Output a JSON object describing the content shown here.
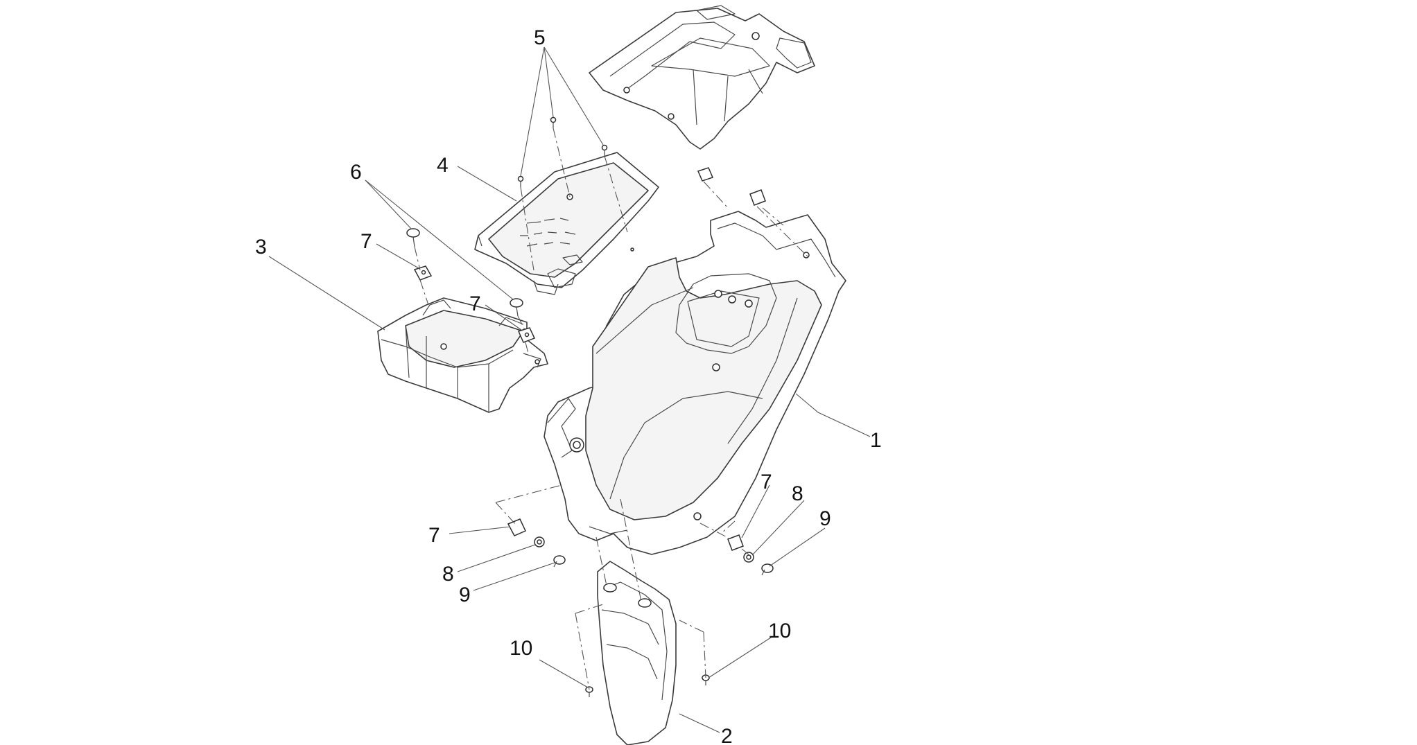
{
  "callouts": {
    "c1": "1",
    "c2": "2",
    "c3": "3",
    "c4": "4",
    "c5": "5",
    "c6": "6",
    "c7a": "7",
    "c7b": "7",
    "c7c": "7",
    "c7d": "7",
    "c8a": "8",
    "c8b": "8",
    "c9a": "9",
    "c9b": "9",
    "c10a": "10",
    "c10b": "10"
  },
  "colors": {
    "line": "#3a3a3a",
    "text": "#111111",
    "background": "#ffffff"
  }
}
